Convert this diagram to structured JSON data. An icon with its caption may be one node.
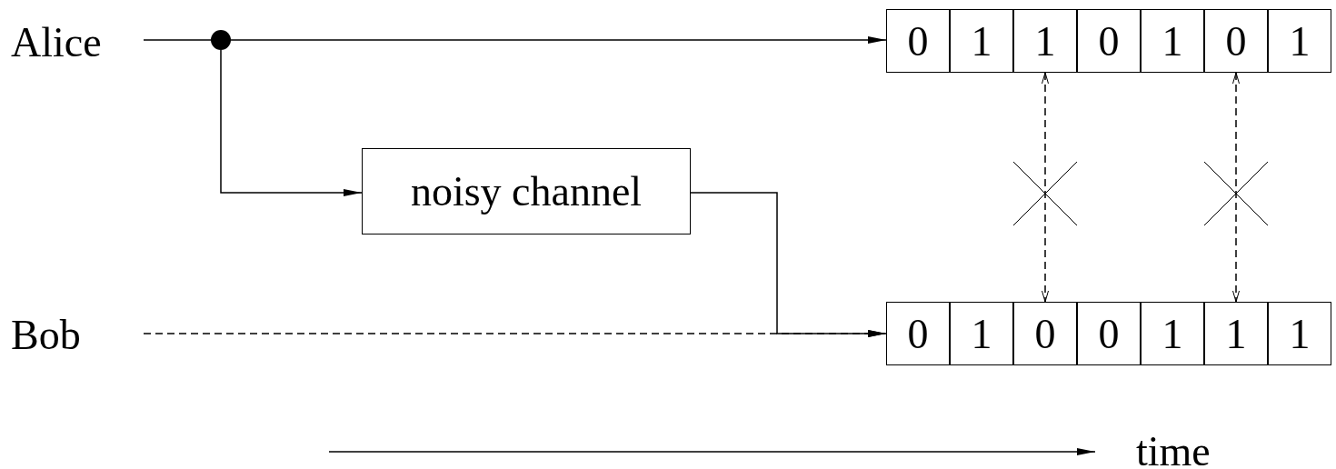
{
  "diagram": {
    "nodes": [
      {
        "text": [
          "Alice"
        ]
      },
      {
        "text": [],
        "shape": "circle"
      },
      {
        "text": [
          "0"
        ]
      },
      {
        "text": [
          "1"
        ]
      },
      {
        "text": [
          "1"
        ]
      },
      {
        "text": [
          "0"
        ]
      },
      {
        "text": [
          "1"
        ]
      },
      {
        "text": [
          "0"
        ]
      },
      {
        "text": [
          "1"
        ]
      },
      {
        "text": [
          "noisy channel"
        ]
      },
      {
        "text": [
          "Bob"
        ]
      },
      {
        "text": [
          "0"
        ]
      },
      {
        "text": [
          "1"
        ]
      },
      {
        "text": [
          "0"
        ]
      },
      {
        "text": [
          "0"
        ]
      },
      {
        "text": [
          "1"
        ]
      },
      {
        "text": [
          "1"
        ]
      },
      {
        "text": [
          "1"
        ]
      }
    ],
    "edges": [
      {
        "from": 0,
        "to": 1,
        "arrow": "none"
      },
      {
        "from": 1,
        "to": 2,
        "arrow": "to"
      },
      {
        "from": 1,
        "to": 9,
        "arrow": "to"
      },
      {
        "from": 10,
        "to": 11,
        "arrow": "to",
        "style": "dashed"
      },
      {
        "from": 9,
        "to": 11,
        "arrow": "to"
      },
      {
        "from": 4,
        "to": 13,
        "arrow": "both",
        "style": "dashed"
      },
      {
        "from": 7,
        "to": 16,
        "arrow": "both",
        "style": "dashed"
      }
    ],
    "labels": [
      "time"
    ]
  }
}
